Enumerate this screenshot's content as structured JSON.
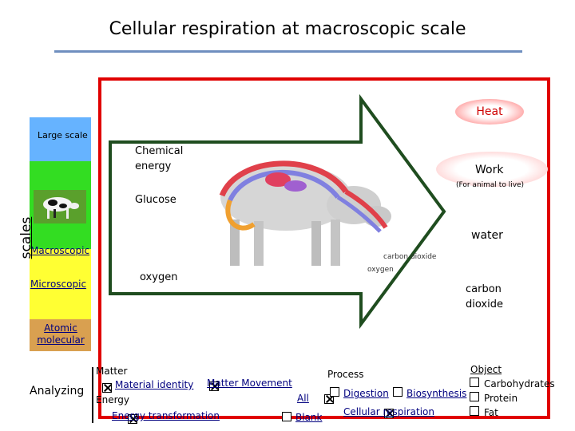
{
  "title": "Cellular respiration at macroscopic scale",
  "scales": {
    "axis_label": "scales",
    "large_scale": "Large scale",
    "macroscopic": "Macroscopic",
    "microscopic": "Microscopic",
    "atomic_molecular": "Atomic molecular"
  },
  "diagram": {
    "heat": "Heat",
    "chemical_energy": "Chemical energy",
    "work": "Work",
    "work_note": "(For animal to live)",
    "glucose": "Glucose",
    "water": "water",
    "oxygen": "oxygen",
    "carbon_dioxide": "carbon dioxide",
    "cow_oxygen_label": "oxygen",
    "cow_co2_label": "carbon dioxide"
  },
  "colors": {
    "frame": "#e00000",
    "arrow_outline": "#1f4d1f",
    "title_rule": "#6f8fbf",
    "heat_text": "#d00000",
    "scale_large": "#66b3ff",
    "scale_macro": "#33dd22",
    "scale_micro": "#ffff33",
    "scale_atomic": "#d9a050"
  },
  "analyzing": {
    "label": "Analyzing",
    "matter": {
      "heading": "Matter",
      "material_identity": {
        "label": "Material identity",
        "checked": true
      },
      "matter_movement": {
        "label": "Matter Movement",
        "checked": true
      }
    },
    "energy": {
      "heading": "Energy",
      "energy_transformation": {
        "label": "Energy transformation",
        "checked": true
      }
    },
    "all": {
      "label": "All",
      "checked": true
    },
    "blank": {
      "label": "Blank",
      "checked": false
    },
    "process": {
      "heading": "Process",
      "digestion": {
        "label": "Digestion",
        "checked": false
      },
      "biosynthesis": {
        "label": "Biosynthesis",
        "checked": false
      },
      "cellular_respiration": {
        "label": "Cellular respiration",
        "checked": true
      }
    },
    "object": {
      "heading": "Object",
      "carbohydrates": {
        "label": "Carbohydrates",
        "checked": false
      },
      "protein": {
        "label": "Protein",
        "checked": false
      },
      "fat": {
        "label": "Fat",
        "checked": false
      }
    }
  }
}
